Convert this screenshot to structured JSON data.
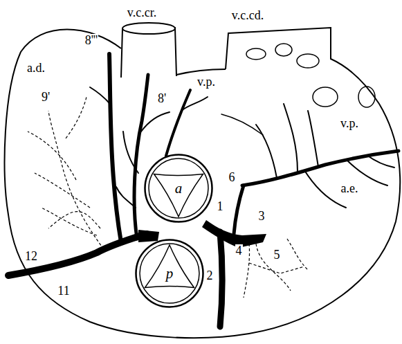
{
  "diagram": {
    "nodes": [
      {
        "text": [
          "a"
        ]
      },
      {
        "text": [
          "p"
        ]
      }
    ],
    "labels": [
      "v.c.cr.",
      "v.c.cd.",
      "v.p.",
      "v.p.",
      "8'''",
      "8'",
      "a.d.",
      "9'",
      "a.e.",
      "1",
      "6",
      "3",
      "4",
      "5",
      "2",
      "12",
      "11"
    ]
  }
}
